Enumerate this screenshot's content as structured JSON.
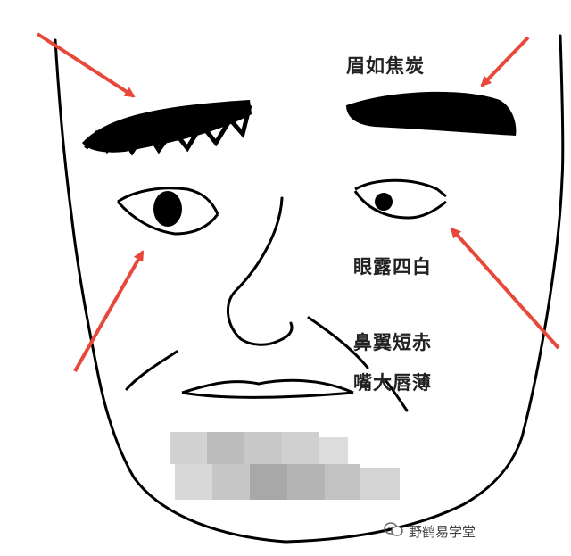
{
  "labels": {
    "brow": "眉如焦炭",
    "eye": "眼露四白",
    "nose": "鼻翼短赤",
    "mouth": "嘴大唇薄"
  },
  "watermark": {
    "text": "野鹤易学堂",
    "icon": "wechat-official-account-icon"
  },
  "colors": {
    "arrow": "#e8483a",
    "ink": "#000000",
    "mosaic": "#c9c9c9"
  }
}
